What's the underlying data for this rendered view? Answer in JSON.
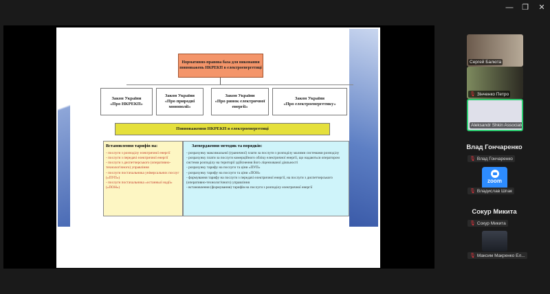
{
  "window": {
    "minimize": "—",
    "restore": "❐",
    "close": "✕"
  },
  "slide": {
    "top_box": "Нормативно-правова база для виконання повноважень НКРЕКП в електроенергетиці",
    "laws": [
      {
        "line1": "Закон України",
        "line2": "«Про НКРЕКП»"
      },
      {
        "line1": "Закон України",
        "line2": "«Про природні монополії»"
      },
      {
        "line1": "Закон України",
        "line2": "«Про ринок електричної енергії»"
      },
      {
        "line1": "Закон України",
        "line2": "«Про електроенергетику»"
      }
    ],
    "powers": "Повноваження НКРЕКП в електроенергетиці",
    "tariffs": {
      "title": "Встановлення тарифів на:",
      "items": [
        "- послуги з розподілу електричної енергії",
        "- послуги з передачі електричної енергії",
        "- послуги з диспетчерського (оперативно-технологічного) управління",
        "- послуги постачальника універсальних послуг («ПУП»)",
        "- послуги постачальника «останньої надії» («ПОН»)"
      ]
    },
    "methods": {
      "title": "Затвердження методик та порядків:",
      "items": [
        "- розрахунку максимальної (граничної) плати за послуги з розподілу малими системами розподілу",
        "- розрахунку плати за послуги комерційного обліку електричної енергії, що надаються оператором системи розподілу на території здійснення його ліцензованої діяльності",
        "- розрахунку тарифу на послуги та ціни «ПУП»",
        "- розрахунку тарифу на послуги та ціни «ПОН»",
        "- формування тарифу на послуги з передачі електричної енергії, на послуги з диспетчерського (оперативно-технологічного) управління",
        "- встановлення (формування) тарифів на послуги з розподілу електричної енергії"
      ]
    }
  },
  "participants": {
    "tiles": [
      "Сергей Балюта",
      "Зінченко Петро",
      "Aleksandr Shkin Associates"
    ],
    "vlad_heading": "Влад Гончаренко",
    "vlad_label": "Влад Гончаренко",
    "zoom_logo": "zoom",
    "vladyslav_label": "Владислав Шпак",
    "sokur_heading": "Сокур Микита",
    "sokur_label": "Сокур Микита",
    "maksym_label": "Максим Макренко Ел..."
  }
}
